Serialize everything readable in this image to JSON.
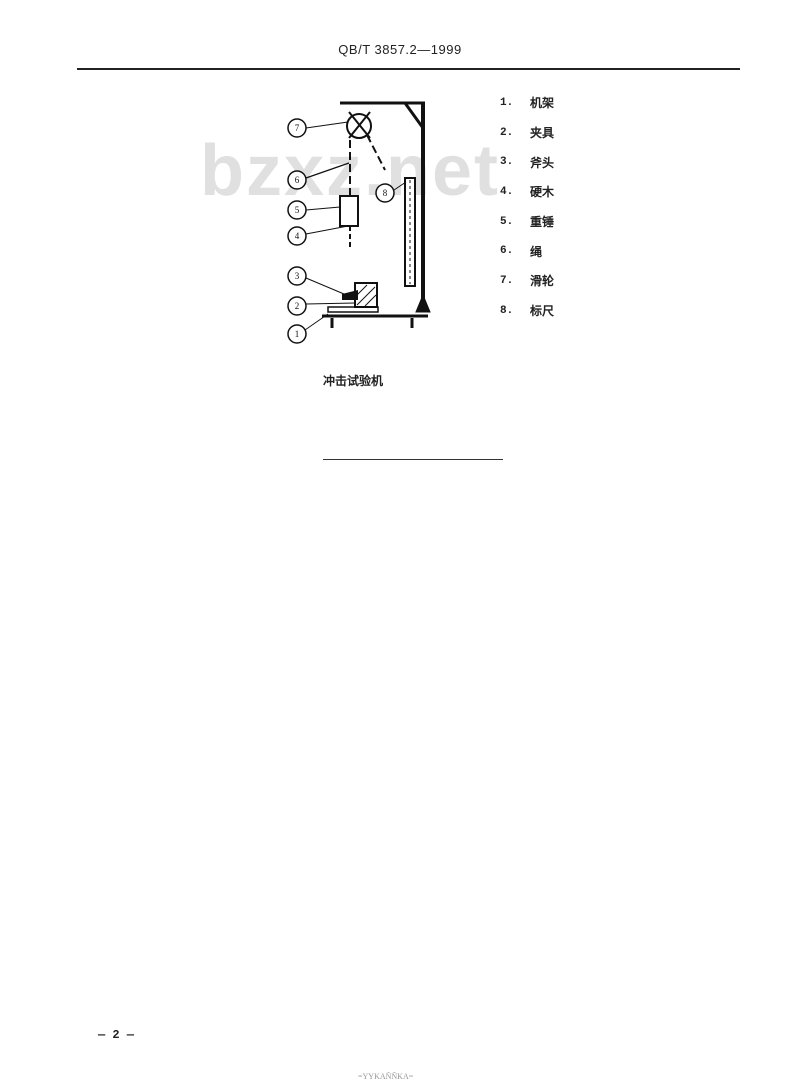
{
  "header": {
    "standard_code": "QB/T 3857.2—1999"
  },
  "watermark": {
    "text": "bzxz.net"
  },
  "figure": {
    "caption": "冲击试验机",
    "callouts": [
      "7",
      "6",
      "5",
      "4",
      "3",
      "2",
      "1",
      "8"
    ],
    "legend": [
      {
        "num": "1.",
        "label": "机架"
      },
      {
        "num": "2.",
        "label": "夹具"
      },
      {
        "num": "3.",
        "label": "斧头"
      },
      {
        "num": "4.",
        "label": "硬木"
      },
      {
        "num": "5.",
        "label": "重锤"
      },
      {
        "num": "6.",
        "label": "绳"
      },
      {
        "num": "7.",
        "label": "滑轮"
      },
      {
        "num": "8.",
        "label": "标尺"
      }
    ]
  },
  "footer": {
    "page_number": "— 2 —",
    "mark": "=YYKAÑÑKA="
  }
}
